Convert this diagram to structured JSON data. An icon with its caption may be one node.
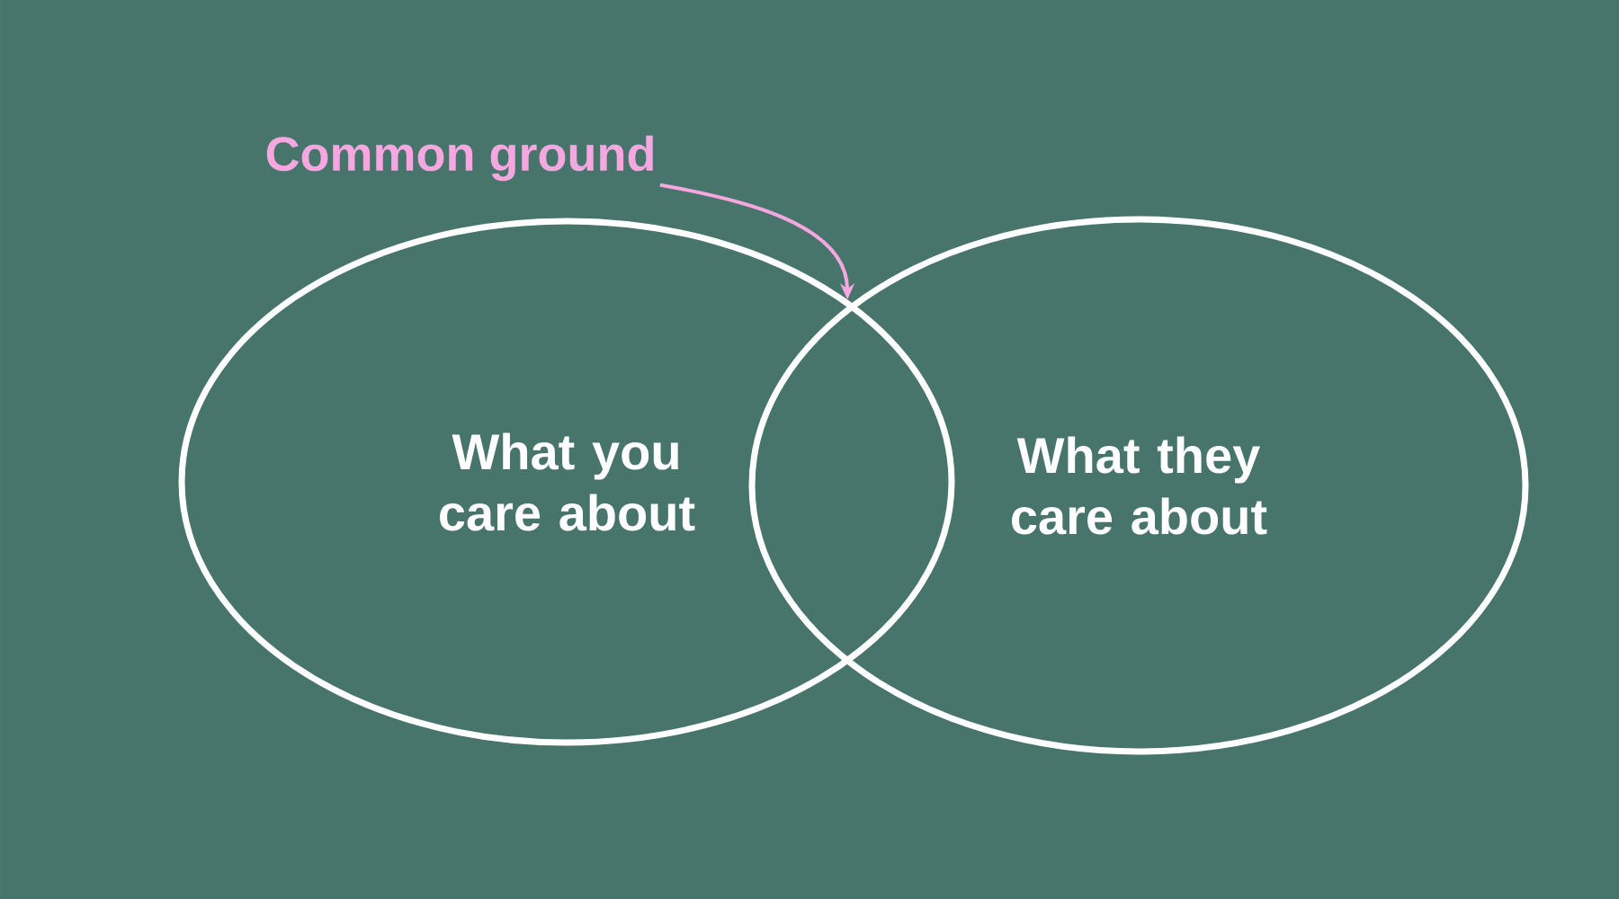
{
  "diagram": {
    "nodes": [
      {
        "text": [
          "What you care about"
        ]
      },
      {
        "text": [
          "What they care about"
        ]
      },
      {
        "text": [
          "Common ground"
        ]
      }
    ],
    "edges": [
      {
        "from": 2,
        "to": 0,
        "arrow": "to",
        "color": "#f5a8e0"
      }
    ]
  }
}
